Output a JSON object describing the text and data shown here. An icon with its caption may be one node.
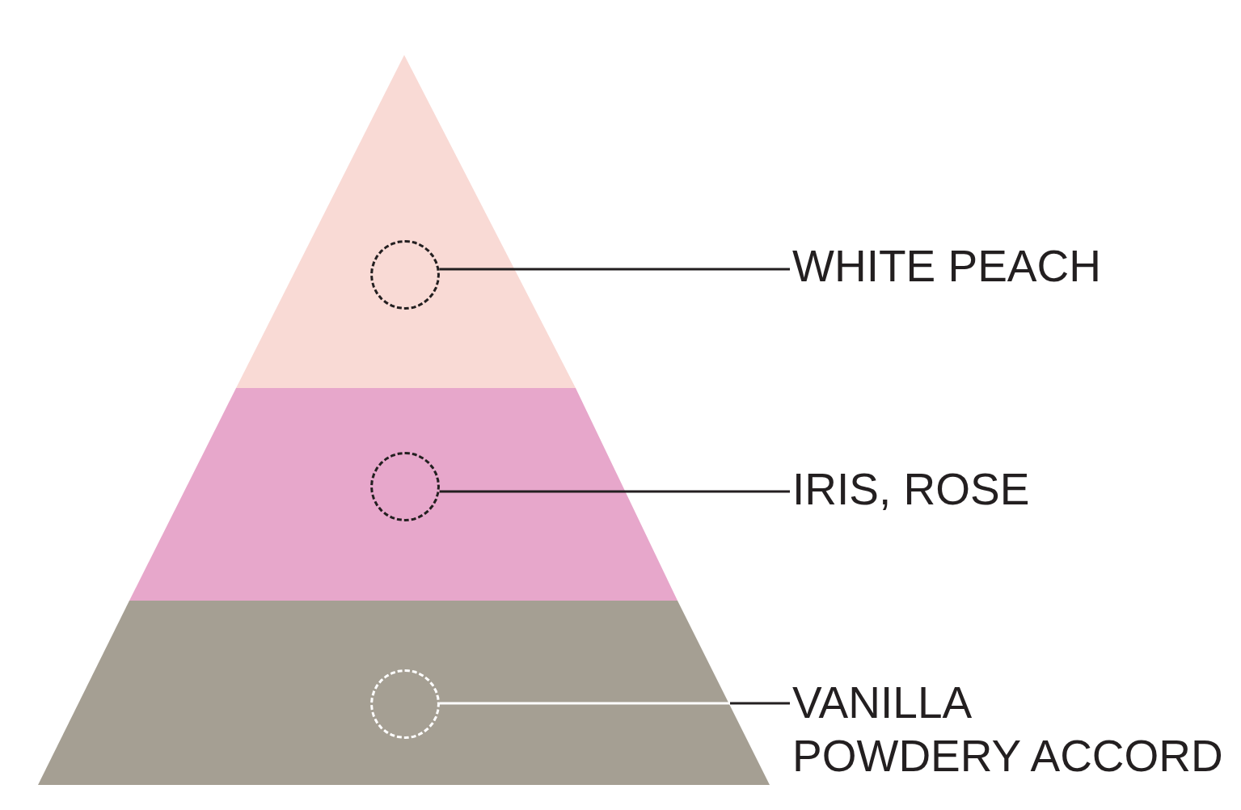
{
  "diagram": {
    "nodes": [
      {
        "text": [],
        "shape": "triangle"
      },
      {
        "text": [],
        "shape": "circle",
        "in": 0
      },
      {
        "text": [
          "WHITE PEACH"
        ]
      },
      {
        "text": [],
        "shape": "band"
      },
      {
        "text": [],
        "shape": "circle",
        "in": 3
      },
      {
        "text": [
          "IRIS, ROSE"
        ]
      },
      {
        "text": [],
        "shape": "band"
      },
      {
        "text": [],
        "shape": "circle",
        "in": 6
      },
      {
        "text": [
          "VANILLA",
          "POWDERY ACCORD"
        ]
      }
    ],
    "edges": [
      {
        "from": 2,
        "to": 1,
        "arrow": "none"
      },
      {
        "from": 5,
        "to": 4,
        "arrow": "none"
      },
      {
        "from": 8,
        "to": 7,
        "arrow": "none"
      }
    ]
  }
}
